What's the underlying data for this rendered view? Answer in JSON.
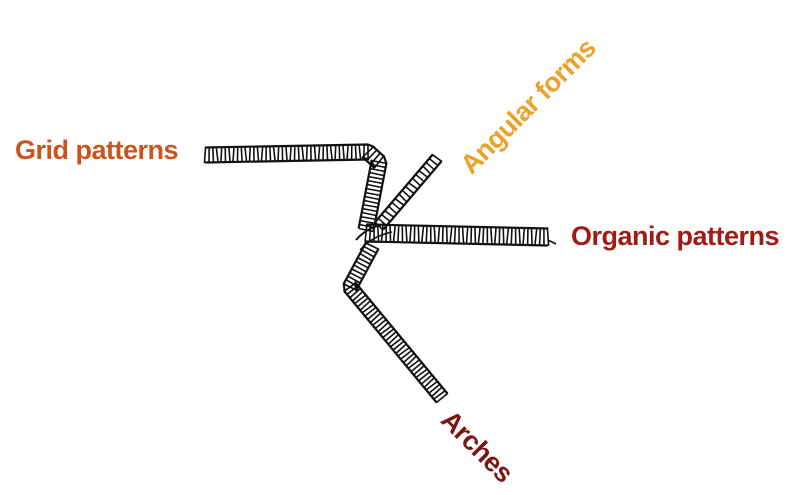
{
  "diagram": {
    "labels": {
      "grid": "Grid patterns",
      "angular": "Angular forms",
      "organic": "Organic patterns",
      "arches": "Arches"
    },
    "colors": {
      "grid": "#c8551e",
      "angular": "#eda12a",
      "organic": "#9e1b16",
      "arches": "#7d1414",
      "ink": "#111111"
    }
  }
}
